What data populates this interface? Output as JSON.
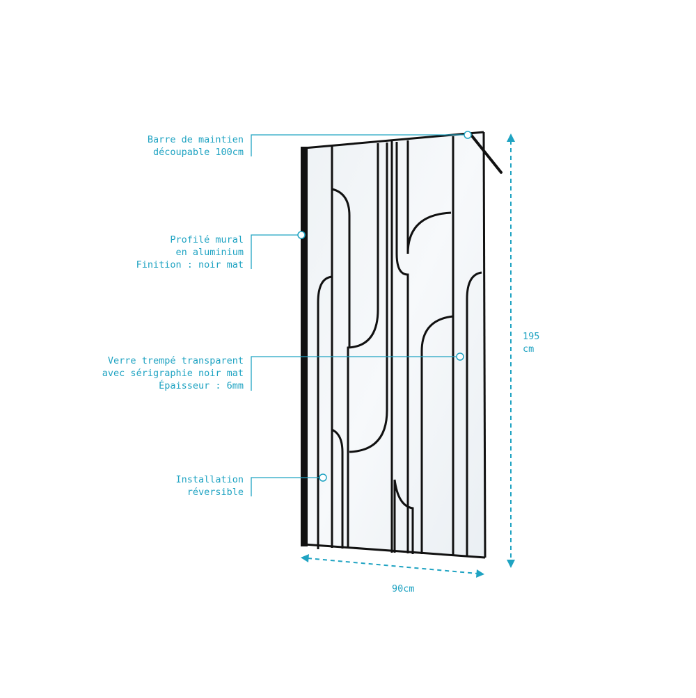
{
  "accent_color": "#1fa3c2",
  "frame_color": "#111111",
  "callouts": [
    {
      "id": "bar",
      "lines": [
        "Barre de maintien",
        "découpable 100cm"
      ]
    },
    {
      "id": "profile",
      "lines": [
        "Profilé mural",
        "en aluminium",
        "Finition : noir mat"
      ]
    },
    {
      "id": "glass",
      "lines": [
        "Verre trempé transparent",
        "avec sérigraphie noir mat",
        "Épaisseur : 6mm"
      ]
    },
    {
      "id": "install",
      "lines": [
        "Installation",
        "réversible"
      ]
    }
  ],
  "dimensions": {
    "height_value": "195",
    "height_unit": "cm",
    "width_label": "90cm"
  }
}
